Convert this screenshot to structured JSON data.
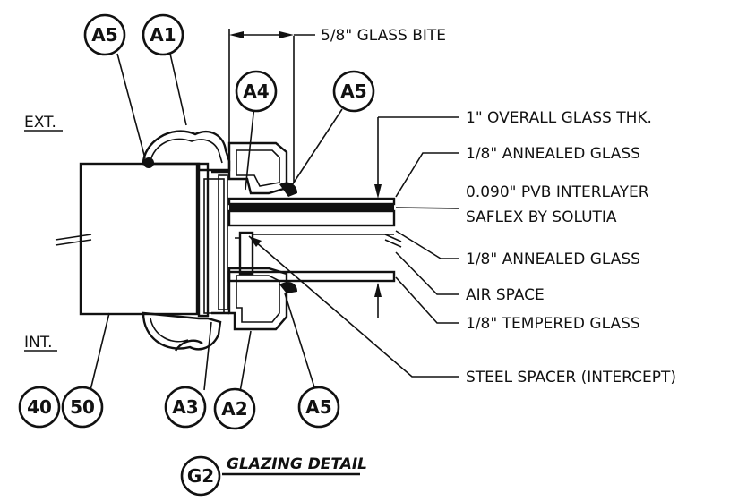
{
  "sides": {
    "exterior": "EXT.",
    "interior": "INT."
  },
  "dimension": {
    "glass_bite": "5/8\" GLASS BITE"
  },
  "callouts": [
    "1\" OVERALL GLASS THK.",
    "1/8\" ANNEALED GLASS",
    "0.090\" PVB INTERLAYER",
    "SAFLEX BY SOLUTIA",
    "1/8\" ANNEALED GLASS",
    "AIR SPACE",
    "1/8\" TEMPERED GLASS",
    "STEEL SPACER (INTERCEPT)"
  ],
  "tags": {
    "top": [
      "A5",
      "A1",
      "A4",
      "A5"
    ],
    "bottom": [
      "40",
      "50",
      "A3",
      "A2",
      "A5"
    ]
  },
  "title": {
    "tag": "G2",
    "text": "GLAZING DETAIL"
  }
}
